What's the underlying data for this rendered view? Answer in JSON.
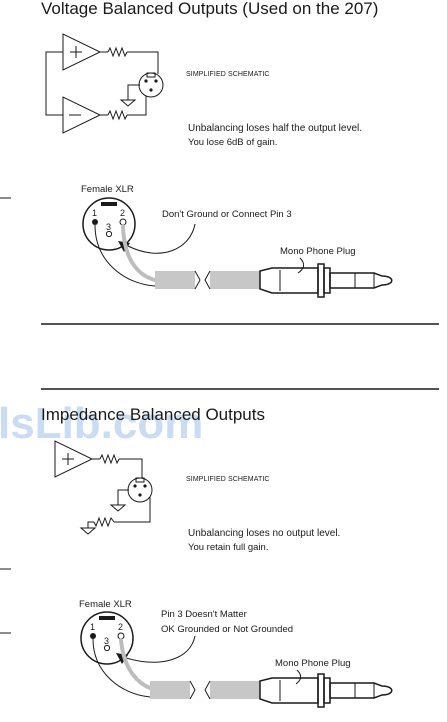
{
  "section1": {
    "title": "Voltage Balanced Outputs (Used on the 207)",
    "schematic_label": "SIMPLIFIED SCHEMATIC",
    "note_line1": "Unbalancing loses half the output level.",
    "note_line2": "You lose 6dB of gain.",
    "xlr_label": "Female XLR",
    "pin1": "1",
    "pin2": "2",
    "pin3": "3",
    "pin3_note": "Don't Ground or Connect Pin 3",
    "plug_label": "Mono Phone Plug"
  },
  "section2": {
    "title": "Impedance Balanced Outputs",
    "schematic_label": "SIMPLIFIED SCHEMATIC",
    "note_line1": "Unbalancing loses no output level.",
    "note_line2": "You retain full gain.",
    "xlr_label": "Female XLR",
    "pin1": "1",
    "pin2": "2",
    "pin3": "3",
    "pin3_note_line1": "Pin 3 Doesn't Matter",
    "pin3_note_line2": "OK Grounded or Not Grounded",
    "plug_label": "Mono Phone Plug"
  },
  "watermark": "lsLib.com",
  "colors": {
    "ink": "#1a1a1a",
    "cable": "#bdbdbd",
    "watermark": "#c9dcf3"
  },
  "icons": [
    "op-amp-plus-icon",
    "op-amp-minus-icon",
    "resistor-icon",
    "xlr-connector-icon",
    "ground-icon",
    "phone-plug-icon"
  ]
}
